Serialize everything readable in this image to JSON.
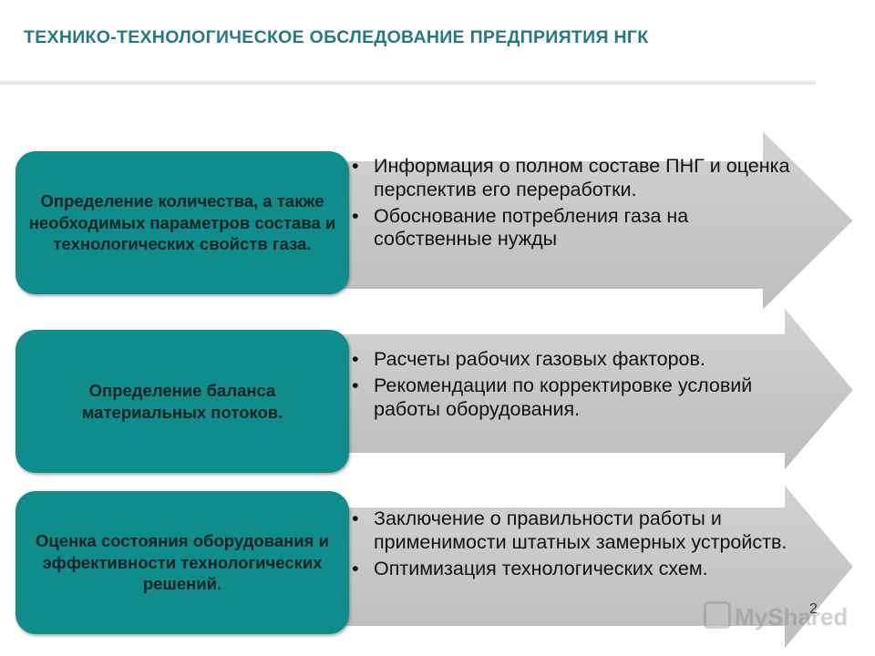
{
  "header": {
    "title": "ТЕХНИКО-ТЕХНОЛОГИЧЕСКОЕ ОБСЛЕДОВАНИЕ ПРЕДПРИЯТИЯ НГК"
  },
  "blocks": [
    {
      "label": "Определение количества, а также необходимых параметров состава и технологических свойств газа.",
      "items": [
        "Информация о полном составе ПНГ и оценка перспектив его переработки.",
        "Обоснование потребления газа на собственные нужды"
      ]
    },
    {
      "label": "Определение баланса материальных потоков.",
      "items": [
        "Расчеты рабочих газовых факторов.",
        "Рекомендации по корректировке условий работы оборудования."
      ]
    },
    {
      "label": "Оценка состояния оборудования и эффективности технологических решений.",
      "items": [
        "Заключение о правильности работы и применимости штатных замерных устройств.",
        "Оптимизация технологических схем."
      ]
    }
  ],
  "bullet_symbol": "•",
  "footer": {
    "page_number": "2",
    "watermark": "MyShared"
  },
  "colors": {
    "title": "#267981",
    "box_fill": "#0f8d8d",
    "arrow_fill": "#c8c8c8"
  }
}
